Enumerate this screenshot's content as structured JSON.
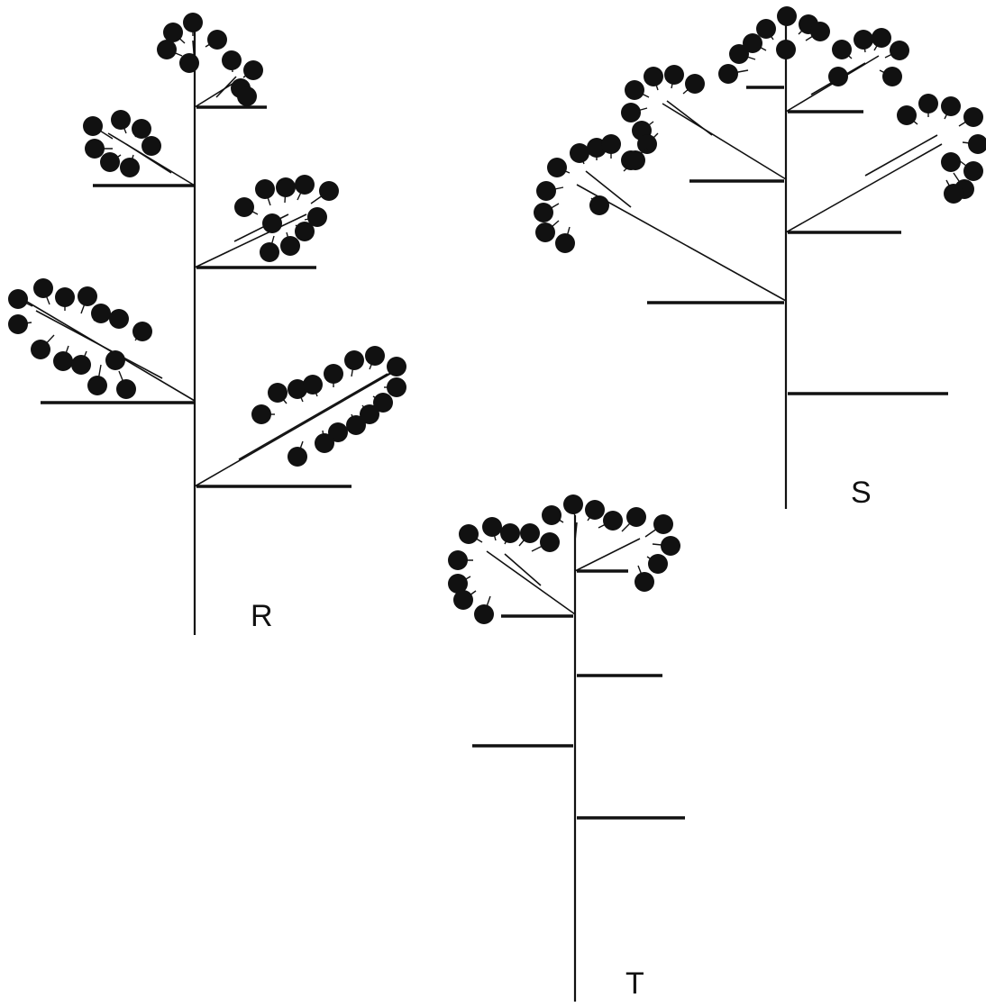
{
  "figure": {
    "colors": {
      "ink": "#111111",
      "background": "#ffffff"
    },
    "panels": [
      {
        "id": "R",
        "label": "R"
      },
      {
        "id": "S",
        "label": "S"
      },
      {
        "id": "T",
        "label": "T"
      }
    ]
  }
}
